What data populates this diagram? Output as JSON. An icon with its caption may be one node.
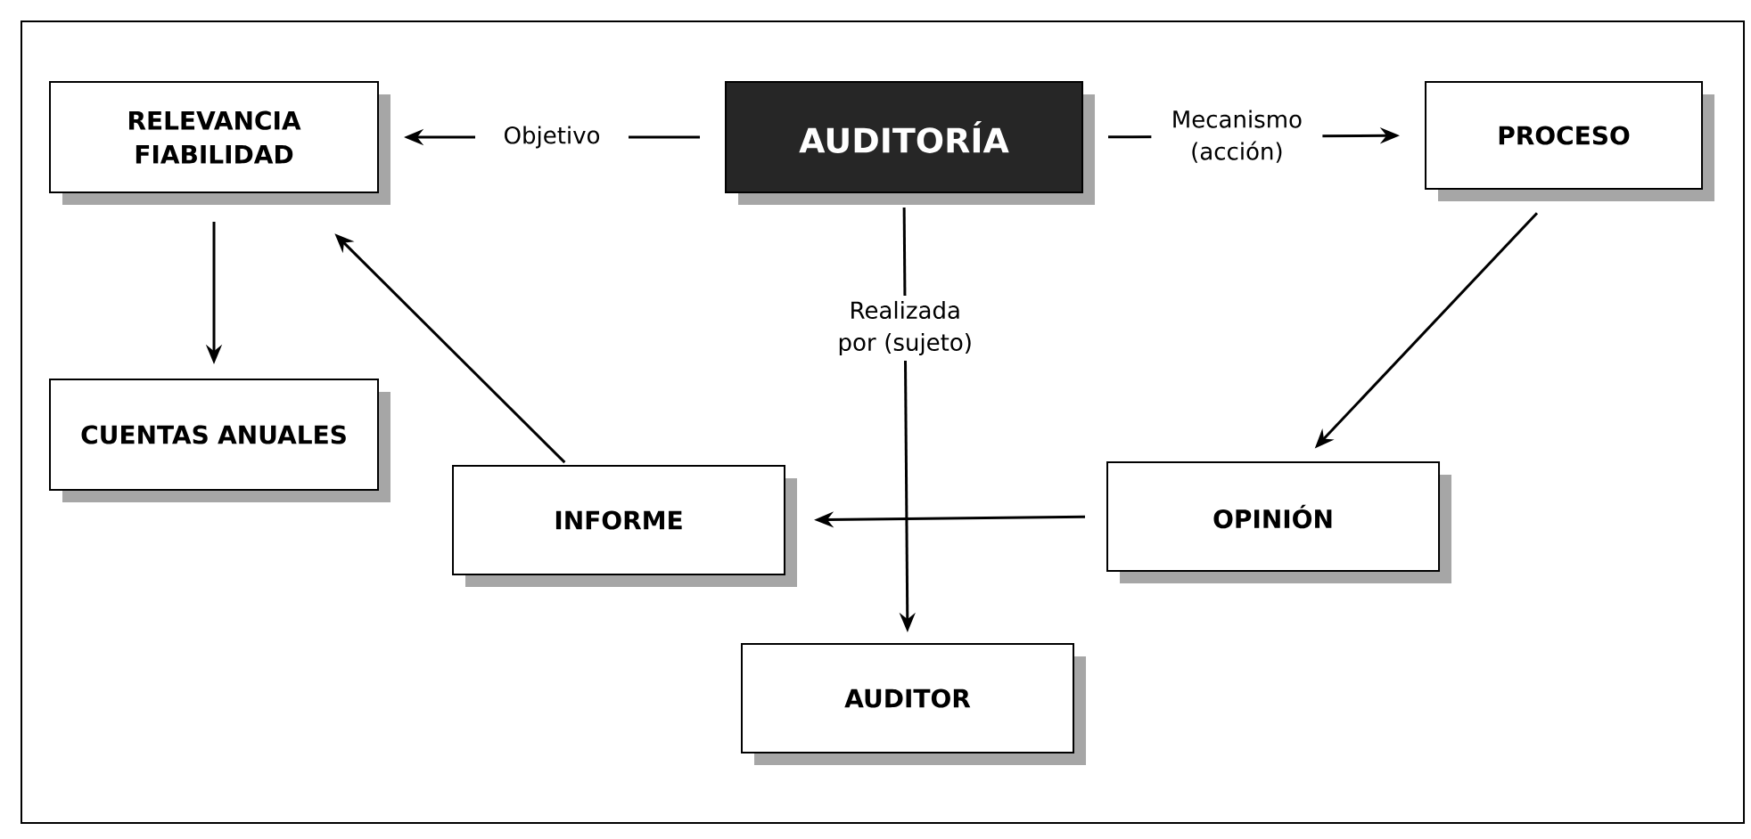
{
  "diagram": {
    "nodes": [
      {
        "text": [
          "RELEVANCIA FIABILIDAD"
        ]
      },
      {
        "text": [
          "AUDITORÍA"
        ]
      },
      {
        "text": [
          "PROCESO"
        ]
      },
      {
        "text": [
          "CUENTAS ANUALES"
        ]
      },
      {
        "text": [
          "INFORME"
        ]
      },
      {
        "text": [
          "OPINIÓN"
        ]
      },
      {
        "text": [
          "AUDITOR"
        ]
      }
    ],
    "edges": [
      {
        "from": 1,
        "to": 0,
        "arrow": "to",
        "label": "Objetivo"
      },
      {
        "from": 1,
        "to": 2,
        "arrow": "to",
        "label": "Mecanismo (acción)"
      },
      {
        "from": 1,
        "to": 6,
        "arrow": "to",
        "label": "Realizada por (sujeto)"
      },
      {
        "from": 0,
        "to": 3,
        "arrow": "to"
      },
      {
        "from": 2,
        "to": 5,
        "arrow": "to"
      },
      {
        "from": 5,
        "to": 4,
        "arrow": "to"
      },
      {
        "from": 4,
        "to": 0,
        "arrow": "to"
      }
    ]
  }
}
